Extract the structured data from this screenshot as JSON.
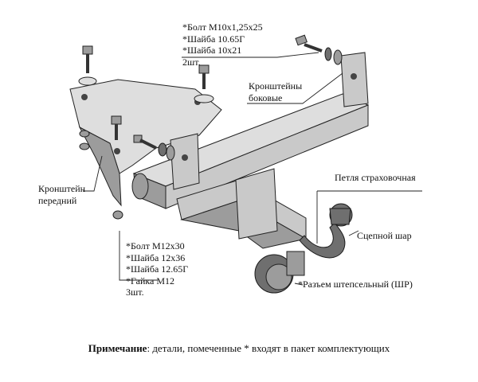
{
  "labels": {
    "top_hardware": [
      "*Болт М10х1,25х25",
      "*Шайба 10.65Г",
      "*Шайба 10х21",
      "2шт."
    ],
    "side_brackets": [
      "Кронштейны",
      "боковые"
    ],
    "front_bracket": [
      "Кронштейн",
      "передний"
    ],
    "bottom_hardware": [
      "*Болт М12х30",
      "*Шайба 12х36",
      "*Шайба 12.65Г",
      "*Гайка М12",
      "3шт."
    ],
    "safety_loop": "Петля страховочная",
    "tow_ball": "Сцепной шар",
    "socket": "*Разъем штепсельный (ШР)"
  },
  "note": {
    "label": "Примечание",
    "text": ": детали, помеченные * входят в пакет комплектующих"
  }
}
